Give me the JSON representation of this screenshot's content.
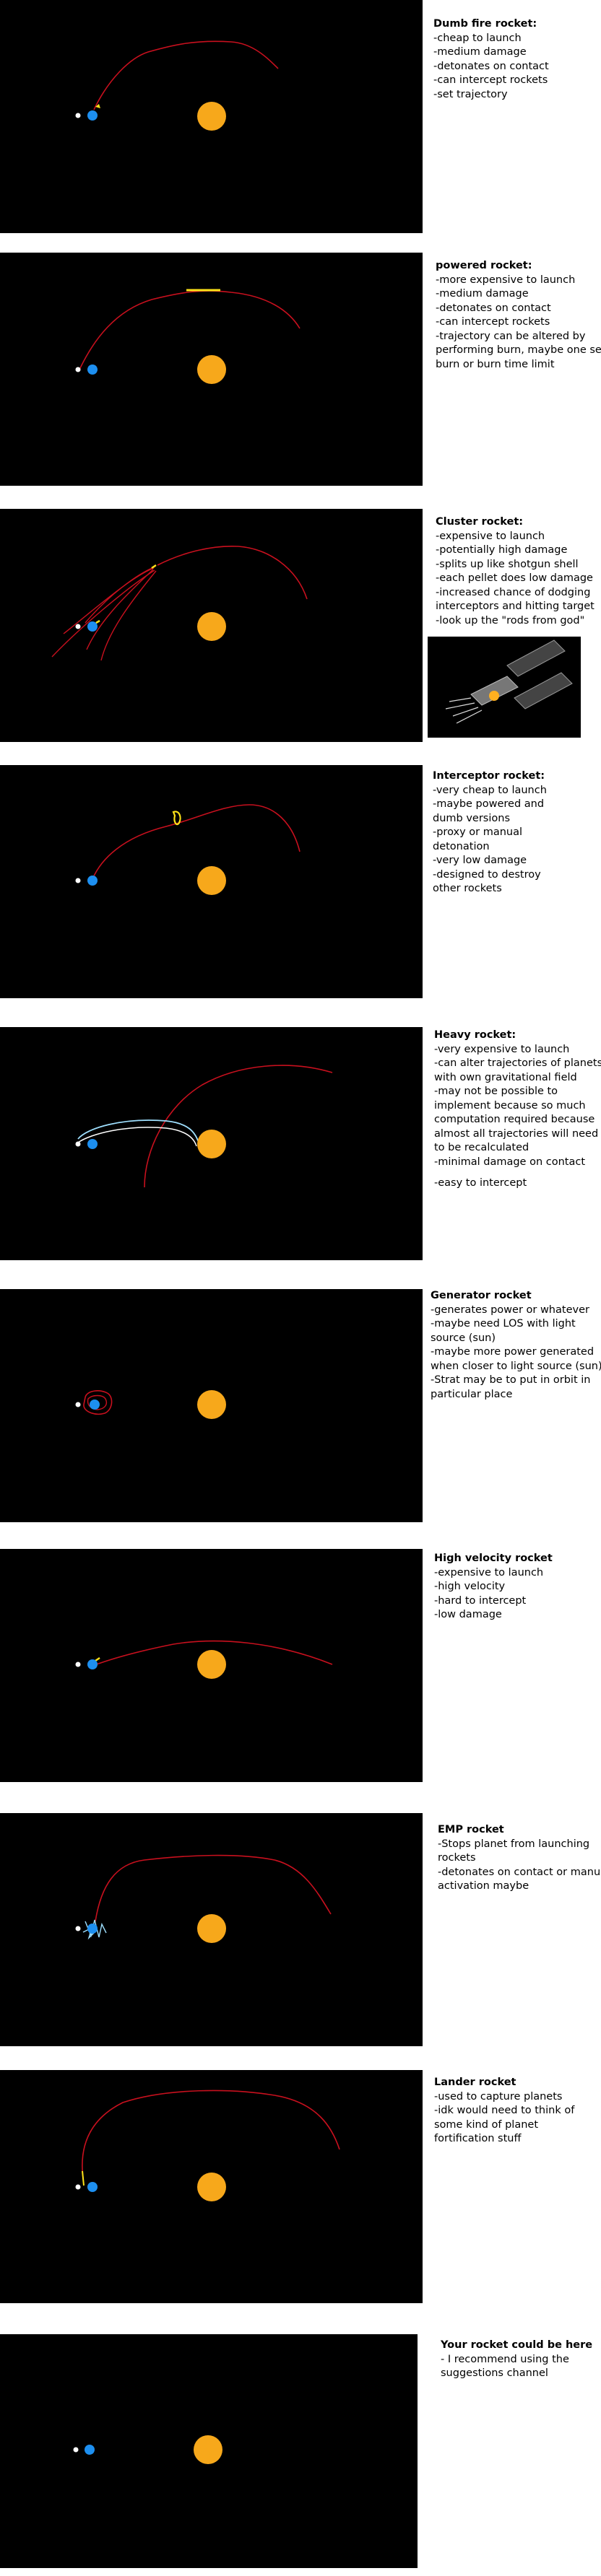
{
  "colors": {
    "sun": "#f7a81b",
    "planet": "#1d8ff0",
    "trail": "#c8101e",
    "yellow": "#ffe319",
    "blue": "#9fe0ff"
  },
  "rockets": [
    {
      "title": "Dumb fire rocket:",
      "lines": [
        "-cheap to launch",
        "-medium damage",
        "-detonates on contact",
        "-can intercept rockets",
        "-set trajectory"
      ]
    },
    {
      "title": "powered rocket:",
      "lines": [
        "-more expensive to launch",
        "-medium damage",
        "-detonates on contact",
        "-can intercept rockets",
        "-trajectory can be altered by",
        "performing burn, maybe one set",
        "burn or burn time limit"
      ]
    },
    {
      "title": "Cluster rocket:",
      "lines": [
        "-expensive to launch",
        "-potentially high damage",
        "-splits up like shotgun shell",
        "-each pellet does low damage",
        "-increased chance of dodging",
        "interceptors and hitting target",
        "-look up the \"rods from god\""
      ]
    },
    {
      "title": "Interceptor rocket:",
      "lines": [
        "-very cheap to launch",
        "-maybe powered and",
        "dumb versions",
        "-proxy or manual",
        "detonation",
        "-very low damage",
        "-designed to destroy",
        "other rockets"
      ]
    },
    {
      "title": "Heavy rocket:",
      "lines": [
        "-very expensive to launch",
        "-can alter trajectories of planets",
        "with own gravitational field",
        "-may not be possible to",
        "implement because so much",
        "computation required because",
        "almost all trajectories will need",
        "to be recalculated",
        "-minimal damage on contact"
      ],
      "extra": "-easy to intercept"
    },
    {
      "title": "Generator rocket",
      "lines": [
        "-generates power or whatever",
        "-maybe need LOS with light",
        "source (sun)",
        "-maybe more power generated",
        "when closer to light source (sun)",
        "-Strat may be to put in orbit in",
        "particular place"
      ]
    },
    {
      "title": "High velocity rocket",
      "lines": [
        "-expensive to launch",
        "-high velocity",
        "-hard to intercept",
        "-low damage"
      ]
    },
    {
      "title": "EMP rocket",
      "lines": [
        "-Stops planet from launching",
        "rockets",
        "-detonates on contact or manual",
        "activation maybe"
      ]
    },
    {
      "title": "Lander rocket",
      "lines": [
        "-used to capture planets",
        "-idk would need to think of",
        "some kind of planet",
        "fortification stuff"
      ]
    },
    {
      "title": "Your rocket could be here",
      "lines": [
        " - I recommend using the",
        "suggestions channel"
      ]
    }
  ]
}
